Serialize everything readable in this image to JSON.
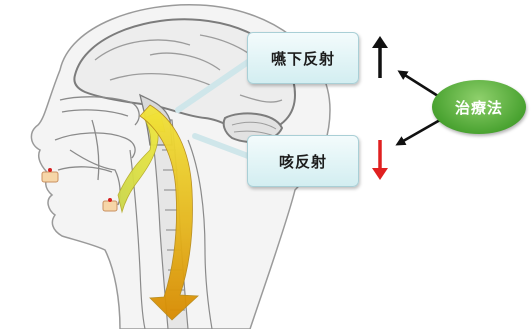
{
  "labels": {
    "swallow_reflex": "嚥下反射",
    "cough_reflex": "咳反射",
    "treatment": "治療法"
  },
  "indicators": {
    "swallow_arrow_direction": "up",
    "swallow_arrow_color": "#111111",
    "cough_arrow_direction": "down",
    "cough_arrow_color": "#e02020"
  },
  "colors": {
    "treatment_oval": "#4aa331",
    "label_box_fill": "#d3eef1",
    "pathway_yellow": "#e8d200",
    "pathway_orange": "#d88a00"
  }
}
